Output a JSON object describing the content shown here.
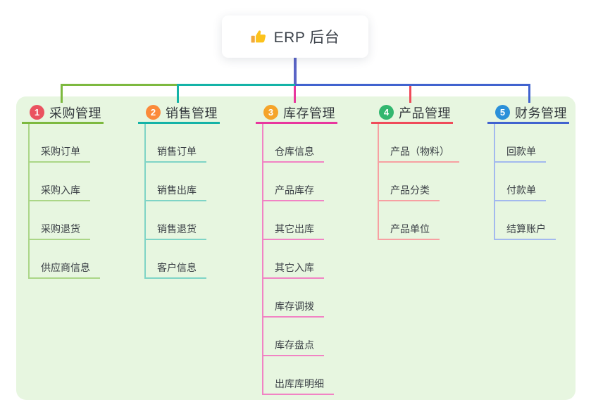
{
  "root": {
    "title": "ERP 后台",
    "icon": "thumbs-up-icon",
    "card_bg": "#ffffff",
    "line_color": "#5a64c6"
  },
  "panel": {
    "bg_color": "#e7f6e0"
  },
  "branches": [
    {
      "badge": "1",
      "title": "采购管理",
      "badge_color": "#ea5360",
      "line_color": "#7db93f",
      "child_line_color": "#abd687",
      "children": [
        "采购订单",
        "采购入库",
        "采购退货",
        "供应商信息"
      ]
    },
    {
      "badge": "2",
      "title": "销售管理",
      "badge_color": "#fb8a3a",
      "line_color": "#14b3a7",
      "child_line_color": "#7fd4c6",
      "children": [
        "销售订单",
        "销售出库",
        "销售退货",
        "客户信息"
      ]
    },
    {
      "badge": "3",
      "title": "库存管理",
      "badge_color": "#f5a42a",
      "line_color": "#e8379e",
      "child_line_color": "#f183c4",
      "children": [
        "仓库信息",
        "产品库存",
        "其它出库",
        "其它入库",
        "库存调拨",
        "库存盘点",
        "出库库明细"
      ]
    },
    {
      "badge": "4",
      "title": "产品管理",
      "badge_color": "#32b76f",
      "line_color": "#ef4b5a",
      "child_line_color": "#f7a0a2",
      "children": [
        "产品（物料）",
        "产品分类",
        "产品单位"
      ]
    },
    {
      "badge": "5",
      "title": "财务管理",
      "badge_color": "#2b90d9",
      "line_color": "#4163cf",
      "child_line_color": "#a3b9ee",
      "children": [
        "回款单",
        "付款单",
        "结算账户"
      ]
    }
  ]
}
